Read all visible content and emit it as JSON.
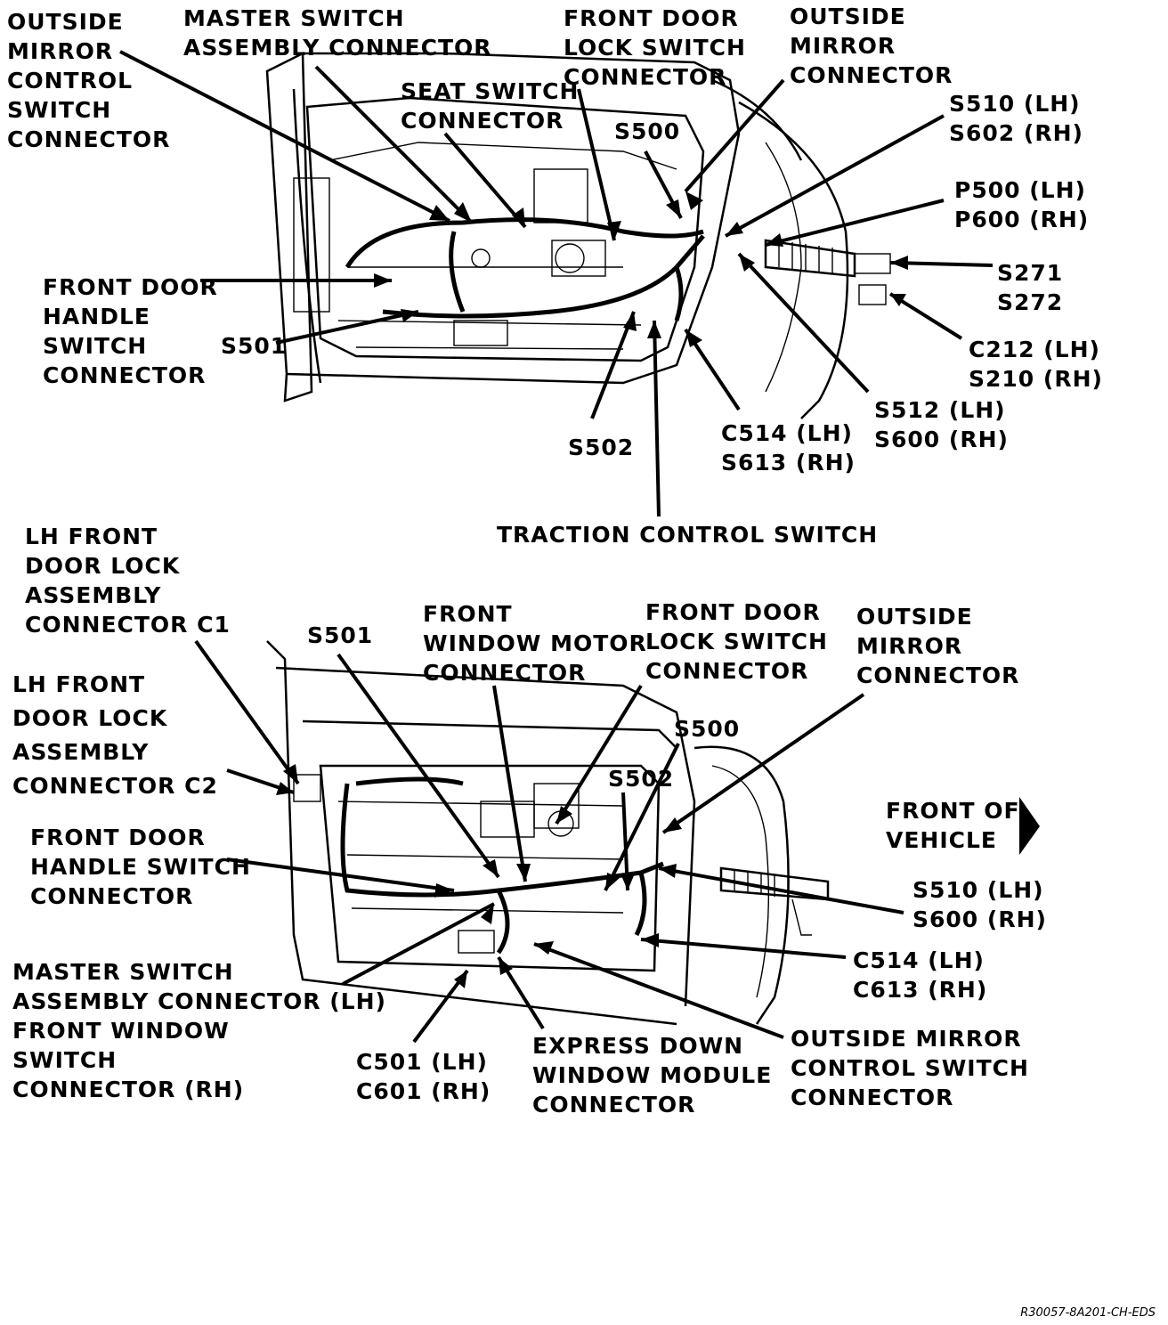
{
  "top_view": {
    "outside_mirror_control_switch_connector": "OUTSIDE\nMIRROR\nCONTROL\nSWITCH\nCONNECTOR",
    "master_switch_assembly_connector": "MASTER SWITCH\nASSEMBLY CONNECTOR",
    "seat_switch_connector": "SEAT SWITCH\nCONNECTOR",
    "front_door_lock_switch_connector": "FRONT DOOR\nLOCK SWITCH\nCONNECTOR",
    "outside_mirror_connector": "OUTSIDE\nMIRROR\nCONNECTOR",
    "s500": "S500",
    "s510_s602": "S510 (LH)\nS602 (RH)",
    "p500_p600": "P500 (LH)\nP600 (RH)",
    "s271_s272": "S271\nS272",
    "c212_s210": "C212 (LH)\nS210 (RH)",
    "front_door_handle_switch_connector": "FRONT DOOR\nHANDLE\nSWITCH\nCONNECTOR",
    "s501": "S501",
    "s512_s600": "S512 (LH)\nS600 (RH)",
    "c514_s613": "C514 (LH)\nS613 (RH)",
    "s502": "S502",
    "traction_control_switch": "TRACTION CONTROL SWITCH"
  },
  "bottom_view": {
    "lh_front_door_lock_c1": "LH FRONT\nDOOR LOCK\nASSEMBLY\nCONNECTOR C1",
    "s501": "S501",
    "front_window_motor_connector": "FRONT\nWINDOW MOTOR\nCONNECTOR",
    "front_door_lock_switch_connector": "FRONT DOOR\nLOCK SWITCH\nCONNECTOR",
    "outside_mirror_connector": "OUTSIDE\nMIRROR\nCONNECTOR",
    "lh_front_door_lock_c2": "LH FRONT\nDOOR LOCK\nASSEMBLY\nCONNECTOR C2",
    "s500": "S500",
    "s502": "S502",
    "front_of_vehicle": "FRONT OF\nVEHICLE",
    "front_door_handle_switch_connector": "FRONT DOOR\nHANDLE SWITCH\nCONNECTOR",
    "s510_s600": "S510 (LH)\nS600 (RH)",
    "c514_c613": "C514 (LH)\nC613 (RH)",
    "master_switch_front_window_switch": "MASTER SWITCH\nASSEMBLY CONNECTOR (LH)\nFRONT WINDOW\nSWITCH\nCONNECTOR (RH)",
    "c501_c601": "C501 (LH)\nC601 (RH)",
    "express_down_window_module_connector": "EXPRESS DOWN\nWINDOW MODULE\nCONNECTOR",
    "outside_mirror_control_switch_connector": "OUTSIDE MIRROR\nCONTROL SWITCH\nCONNECTOR"
  },
  "figure_code": "R30057-8A201-CH-EDS"
}
